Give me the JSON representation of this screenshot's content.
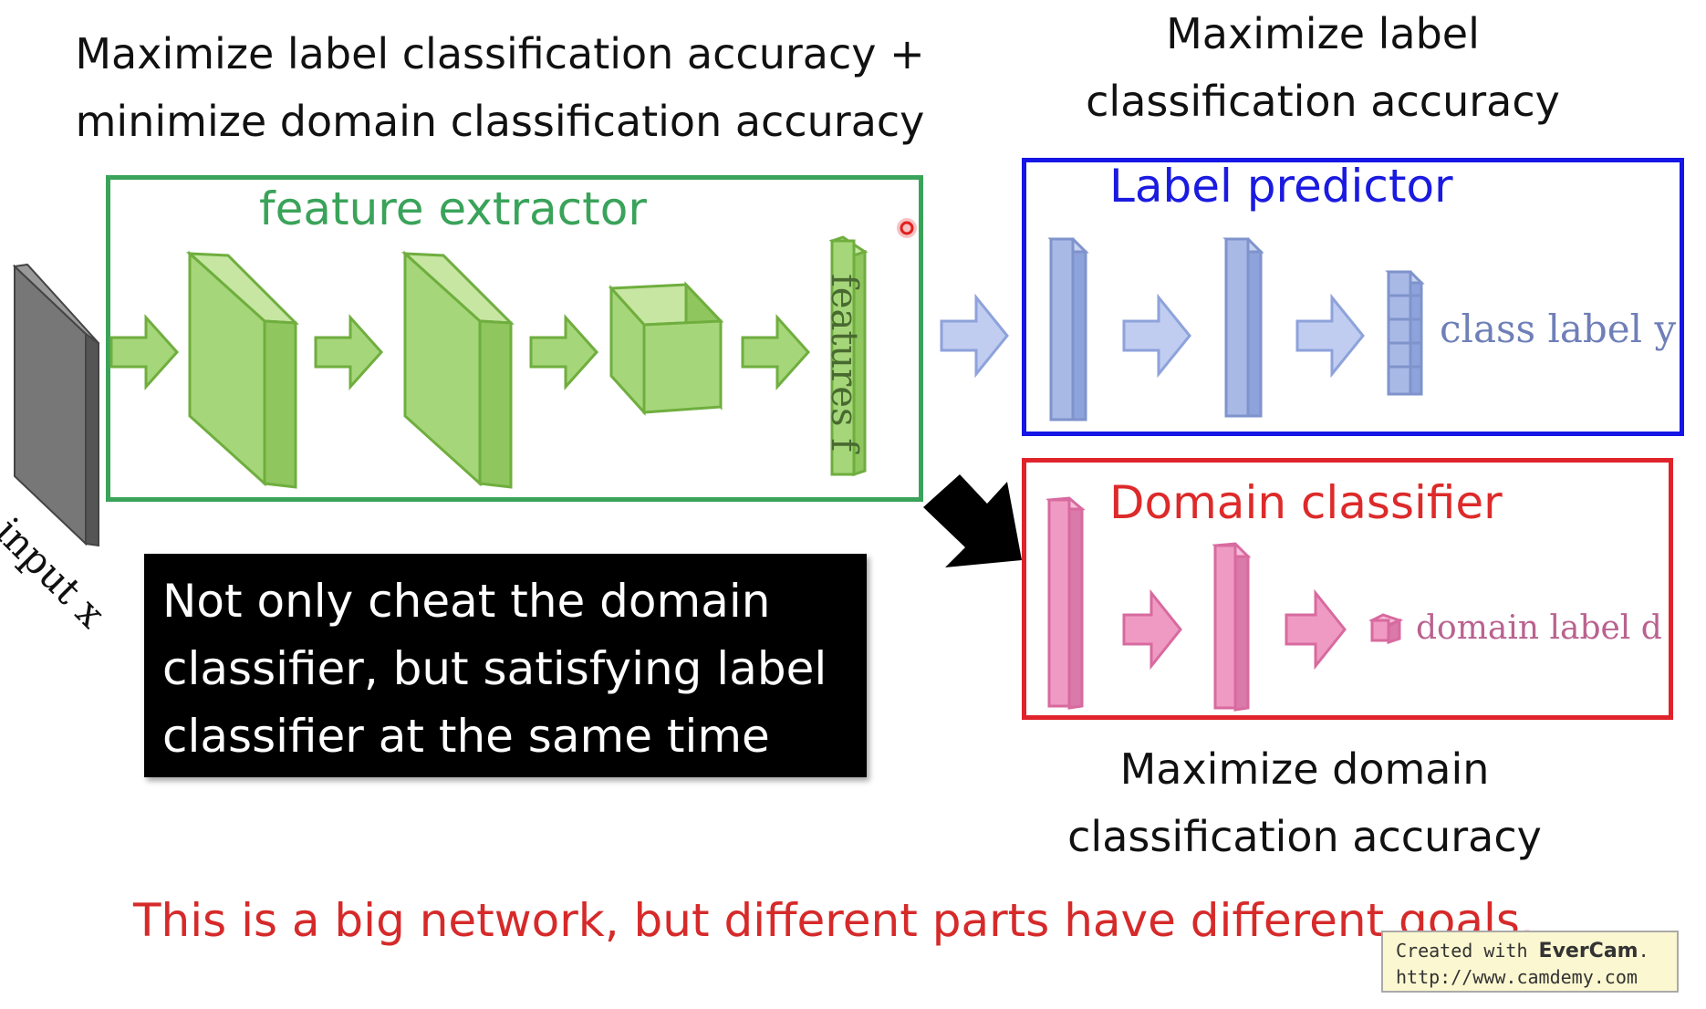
{
  "top_left_text": [
    "Maximize label classification accuracy +",
    "minimize domain classification accuracy"
  ],
  "top_right_text": [
    "Maximize label",
    "classification accuracy"
  ],
  "bottom_right_text": [
    "Maximize domain",
    "classification accuracy"
  ],
  "feature_extractor": {
    "title": "feature extractor",
    "features_label": "features f"
  },
  "label_predictor": {
    "title": "Label predictor",
    "output_label": "class label y"
  },
  "domain_classifier": {
    "title": "Domain classifier",
    "output_label": "domain label d"
  },
  "input_label": "input x",
  "note": "Not only cheat the domain classifier, but satisfying label classifier at the same time",
  "bottom_text": "This is a big network, but different parts have different goals.",
  "watermark": {
    "line1_prefix": "Created with ",
    "brand": "EverCam",
    "line1_suffix": ".",
    "line2": "http://www.camdemy.com"
  },
  "colors": {
    "green": "#3aa35a",
    "blue": "#1515e6",
    "red": "#e0232b",
    "layer_green": "#a6d67a",
    "layer_blue": "#a9b9e6",
    "layer_pink": "#ef9ac3"
  }
}
